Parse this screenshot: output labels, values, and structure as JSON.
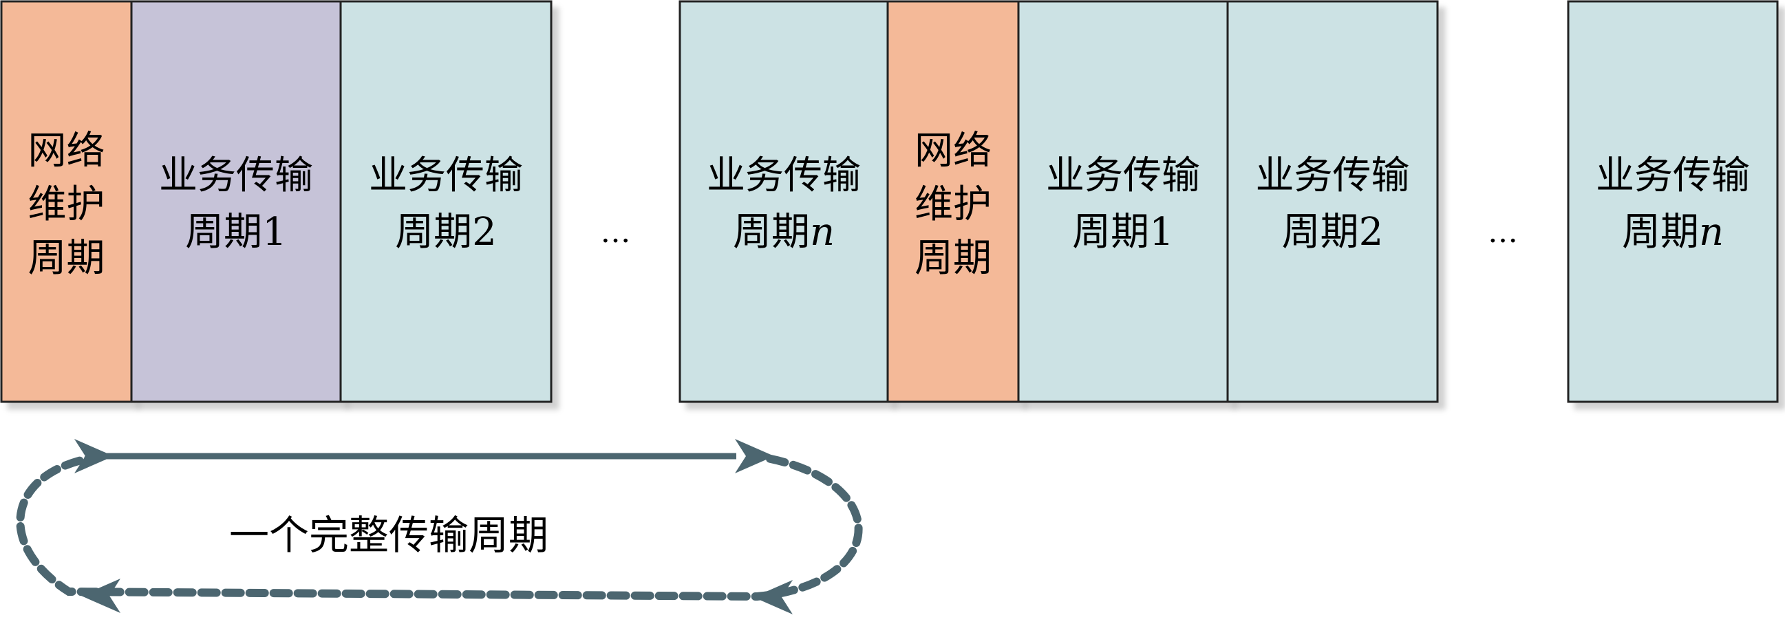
{
  "colors": {
    "maintenance": "#f4b998",
    "first_business": "#c6c3d8",
    "business": "#cce2e4",
    "border": "#222222",
    "arrow": "#4c6670"
  },
  "blocks": [
    {
      "kind": "maintenance",
      "lines": [
        "网络",
        "维护",
        "周期"
      ]
    },
    {
      "kind": "first_business",
      "lines": [
        "业务传输",
        "周期1"
      ]
    },
    {
      "kind": "business",
      "lines": [
        "业务传输",
        "周期2"
      ]
    },
    {
      "kind": "ellipsis",
      "text": "…"
    },
    {
      "kind": "business",
      "lines": [
        "业务传输",
        "周期"
      ],
      "suffix": "n"
    },
    {
      "kind": "maintenance",
      "lines": [
        "网络",
        "维护",
        "周期"
      ]
    },
    {
      "kind": "business",
      "lines": [
        "业务传输",
        "周期1"
      ]
    },
    {
      "kind": "business",
      "lines": [
        "业务传输",
        "周期2"
      ]
    },
    {
      "kind": "ellipsis",
      "text": "…"
    },
    {
      "kind": "business",
      "lines": [
        "业务传输",
        "周期"
      ],
      "suffix": "n"
    }
  ],
  "cycle_label": "一个完整传输周期"
}
